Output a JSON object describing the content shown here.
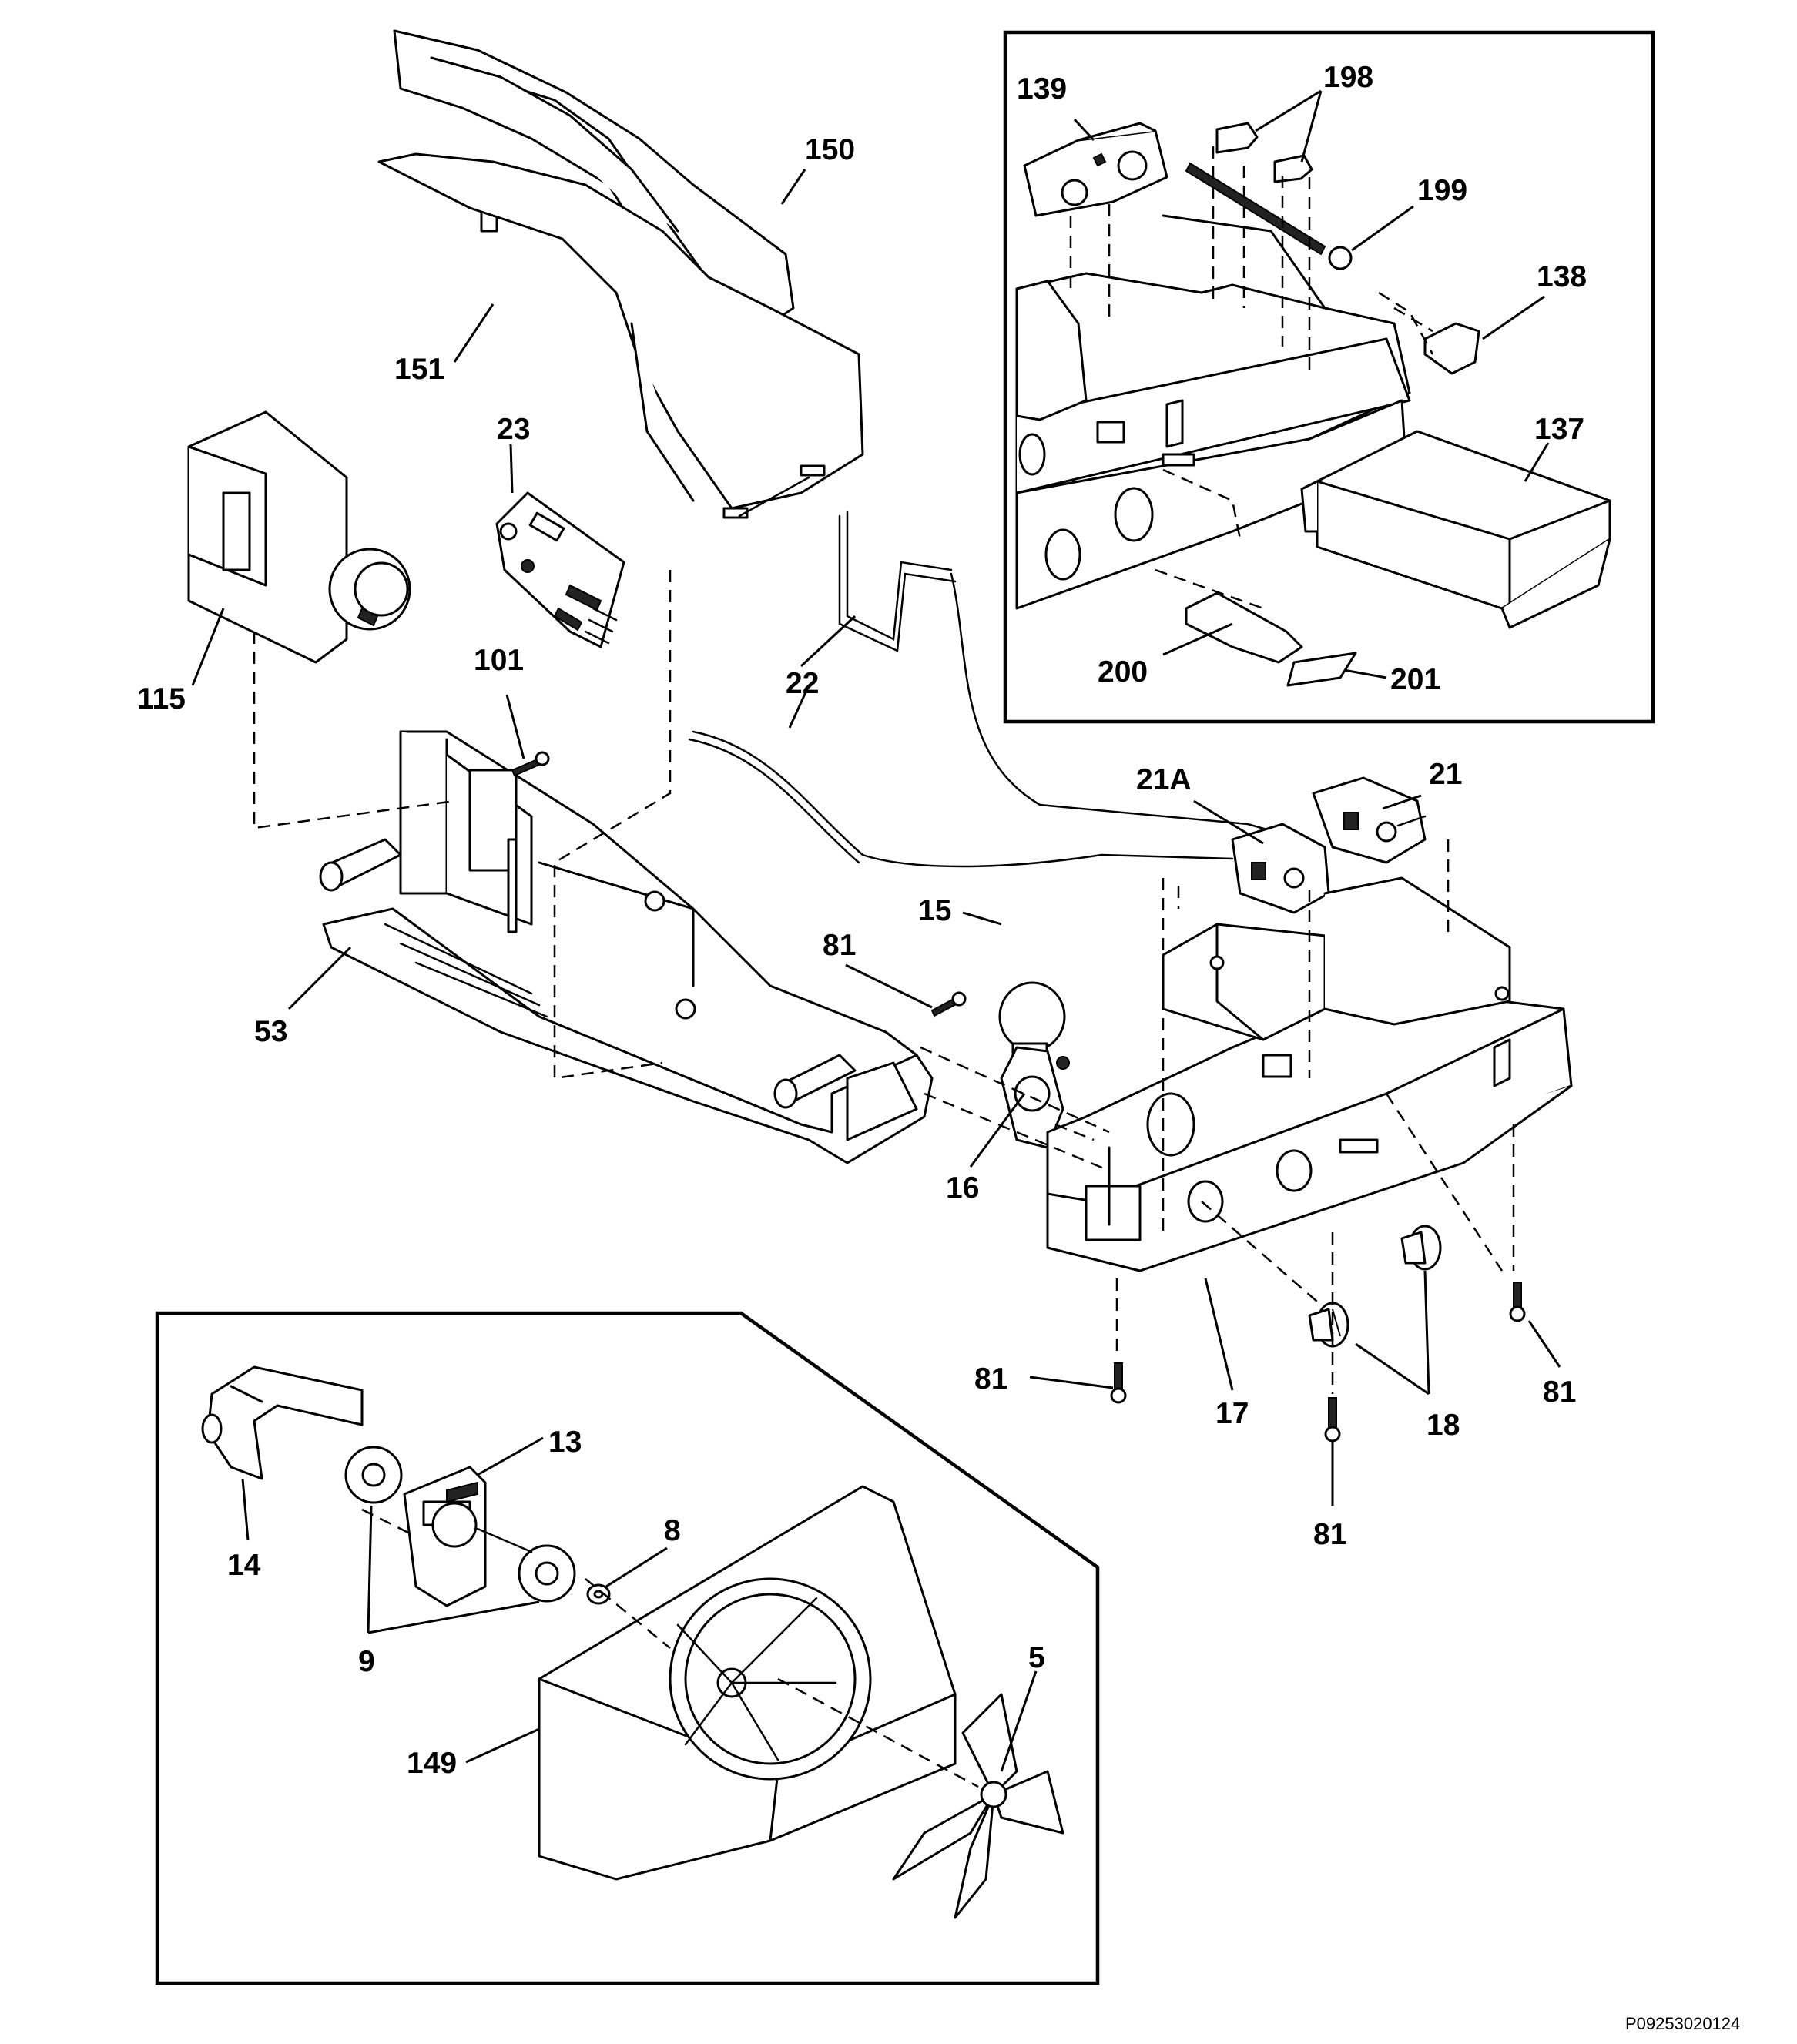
{
  "diagram": {
    "code": "P09253020124",
    "callouts": {
      "c139": "139",
      "c198": "198",
      "c199": "199",
      "c138": "138",
      "c137": "137",
      "c200": "200",
      "c201": "201",
      "c150": "150",
      "c151": "151",
      "c23": "23",
      "c115": "115",
      "c101": "101",
      "c22": "22",
      "c21A": "21A",
      "c21": "21",
      "c15": "15",
      "c81a": "81",
      "c53": "53",
      "c16": "16",
      "c17": "17",
      "c18": "18",
      "c81b": "81",
      "c81c": "81",
      "c81d": "81",
      "c13": "13",
      "c14": "14",
      "c8": "8",
      "c9": "9",
      "c5": "5",
      "c149": "149"
    }
  }
}
